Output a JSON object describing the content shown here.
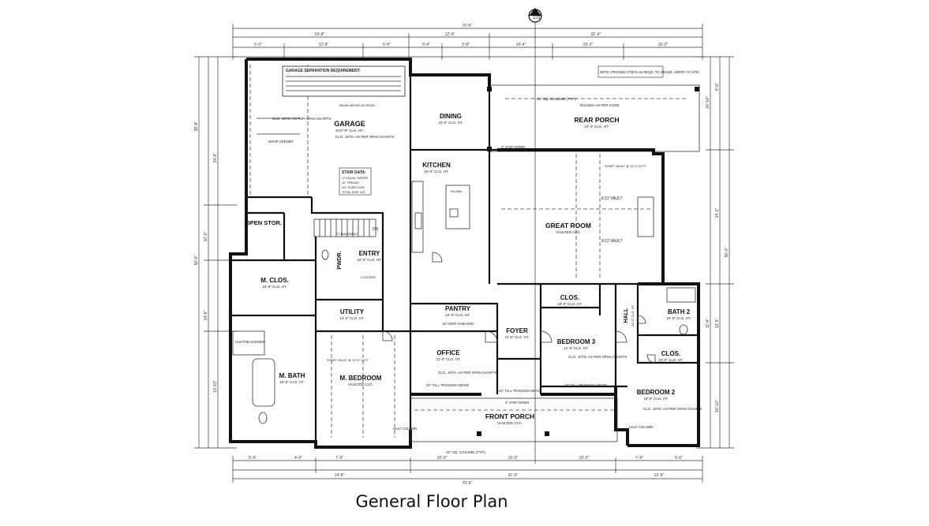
{
  "caption": "General Floor Plan",
  "section_marker": "101",
  "rooms": [
    {
      "key": "garage",
      "name": "GARAGE",
      "sub": "8'10\"-8\" CLG. HT."
    },
    {
      "key": "dining",
      "name": "DINING",
      "sub": "10'-0\" CLG. HT."
    },
    {
      "key": "rear_porch",
      "name": "REAR PORCH",
      "sub": "10'-4\" CLG. HT."
    },
    {
      "key": "kitchen",
      "name": "KITCHEN",
      "sub": "10'-0\" CLG. HT."
    },
    {
      "key": "great_room",
      "name": "GREAT ROOM",
      "sub": "VAULTED CLG."
    },
    {
      "key": "open_stor",
      "name": "OPEN STOR.",
      "sub": ""
    },
    {
      "key": "entry",
      "name": "ENTRY",
      "sub": "10'-0\" CLG. HT."
    },
    {
      "key": "pwdr",
      "name": "PWDR.",
      "sub": ""
    },
    {
      "key": "m_clos",
      "name": "M. CLOS.",
      "sub": "10'-0\" CLG. HT."
    },
    {
      "key": "utility",
      "name": "UTILITY",
      "sub": "10'-0\" CLG. HT."
    },
    {
      "key": "pantry",
      "name": "PANTRY",
      "sub": "10'-0\" CLG. HT."
    },
    {
      "key": "clos_a",
      "name": "CLOS.",
      "sub": "10'-0\" CLG. HT."
    },
    {
      "key": "hall",
      "name": "HALL",
      "sub": "10'-0\" CLG. HT."
    },
    {
      "key": "bath_2",
      "name": "BATH 2",
      "sub": "10'-0\" CLG. HT."
    },
    {
      "key": "foyer",
      "name": "FOYER",
      "sub": "11'-0\" CLG. HT."
    },
    {
      "key": "bedroom_3",
      "name": "BEDROOM 3",
      "sub": "11'-0\" CLG. HT."
    },
    {
      "key": "clos_b",
      "name": "CLOS.",
      "sub": "10'-0\" CLG. HT."
    },
    {
      "key": "office",
      "name": "OFFICE",
      "sub": "11'-0\" CLG. HT."
    },
    {
      "key": "m_bath",
      "name": "M. BATH",
      "sub": "10'-0\" CLG. HT."
    },
    {
      "key": "m_bedroom",
      "name": "M. BEDROOM",
      "sub": "VAULTED CLG."
    },
    {
      "key": "bedroom_2",
      "name": "BEDROOM 2",
      "sub": "10'-0\" CLG. HT."
    },
    {
      "key": "front_porch",
      "name": "FRONT PORCH",
      "sub": "VAULTED CLG."
    }
  ],
  "notes": {
    "garage_sep_title": "GARAGE SEPARATION REQUIREMENT:",
    "rear_note": "NOTE: PROVIDE STEPS AS REQD. TO GRADE. VERIFY AT SITE.",
    "stair_title": "STAIR DATA:",
    "stair_lines": [
      "17 EQUAL RISERS",
      "10\" TREADS",
      "3/4\" SUBFLOOR",
      "TOTAL RISE 120\""
    ],
    "rear_column": "10\" SQ. COLUMN (TYP.)",
    "railing": "RAILING AS PER CODE",
    "front_column": "10\" SQ. COLUMN (TYP.)",
    "ceiling_joists": "CLG. JSTS. AS PER SPAN CHARTS",
    "vault": "8:12 VAULT",
    "to_basement": "TO BASEMENT",
    "dn": "DN",
    "half_column": "HALF COLUMN",
    "custom_shower": "CUSTOM SHOWER",
    "tall_transom": "24\" TALL TRANSOM ABOVE",
    "shelving": "16\" DEEP SHELVING",
    "step_down": "4\" STEP DOWN",
    "door_opener": "DOOR OPENER",
    "island": "ISLAND",
    "lockers": "LOCKERS",
    "start_vault": "START VAULT @ 10'-0\" A.F.F.",
    "beam_above": "BEAM ABOVE AS REQD."
  },
  "dimensions": {
    "overall_top": "70'-6\"",
    "overall_bottom": "70'-6\"",
    "top_segments": [
      "24'-8\"",
      "12'-0\"",
      "31'-4\""
    ],
    "top_sub": [
      "6'-0\"",
      "12'-8\"",
      "6'-0\"",
      "5'-4\"",
      "3'-8\"",
      "10'-4\"",
      "15'-2\"",
      "16'-2\""
    ],
    "bottom_segments": [
      "14'-8\"",
      "31'-0\"",
      "12'-6\""
    ],
    "bottom_sub": [
      "5'-4\"",
      "4'-4\"",
      "7'-4\"",
      "10'-0\"",
      "10'-0\"",
      "10'-0\"",
      "7'-4\"",
      "5'-6\""
    ],
    "left": [
      "38'-8\"",
      "10'-0\"",
      "24'-8\"",
      "11'-10\"",
      "14'-6\"",
      "50'-0\""
    ],
    "right": [
      "24'-10\"",
      "14'-2\"",
      "11'-6\"",
      "50'-0\"",
      "6'-0\"",
      "13'-6\"",
      "16'-10\""
    ]
  }
}
